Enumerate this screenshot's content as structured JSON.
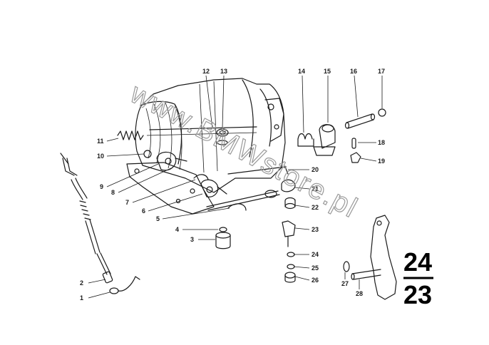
{
  "watermark": "www.BMWstore.pl",
  "group": {
    "top": "24",
    "bottom": "23"
  },
  "parts": [
    {
      "id": "p1",
      "label": "1"
    },
    {
      "id": "p2",
      "label": "2"
    },
    {
      "id": "p3",
      "label": "3"
    },
    {
      "id": "p4",
      "label": "4"
    },
    {
      "id": "p5",
      "label": "5"
    },
    {
      "id": "p6",
      "label": "6"
    },
    {
      "id": "p7",
      "label": "7"
    },
    {
      "id": "p8",
      "label": "8"
    },
    {
      "id": "p9",
      "label": "9"
    },
    {
      "id": "p10",
      "label": "10"
    },
    {
      "id": "p11",
      "label": "11"
    },
    {
      "id": "p12",
      "label": "12"
    },
    {
      "id": "p13",
      "label": "13"
    },
    {
      "id": "p14",
      "label": "14"
    },
    {
      "id": "p15",
      "label": "15"
    },
    {
      "id": "p16",
      "label": "16"
    },
    {
      "id": "p17",
      "label": "17"
    },
    {
      "id": "p18",
      "label": "18"
    },
    {
      "id": "p19",
      "label": "19"
    },
    {
      "id": "p20",
      "label": "20"
    },
    {
      "id": "p21",
      "label": "21"
    },
    {
      "id": "p22",
      "label": "22"
    },
    {
      "id": "p23",
      "label": "23"
    },
    {
      "id": "p24",
      "label": "24"
    },
    {
      "id": "p25",
      "label": "25"
    },
    {
      "id": "p26",
      "label": "26"
    },
    {
      "id": "p27",
      "label": "27"
    },
    {
      "id": "p28",
      "label": "28"
    }
  ]
}
